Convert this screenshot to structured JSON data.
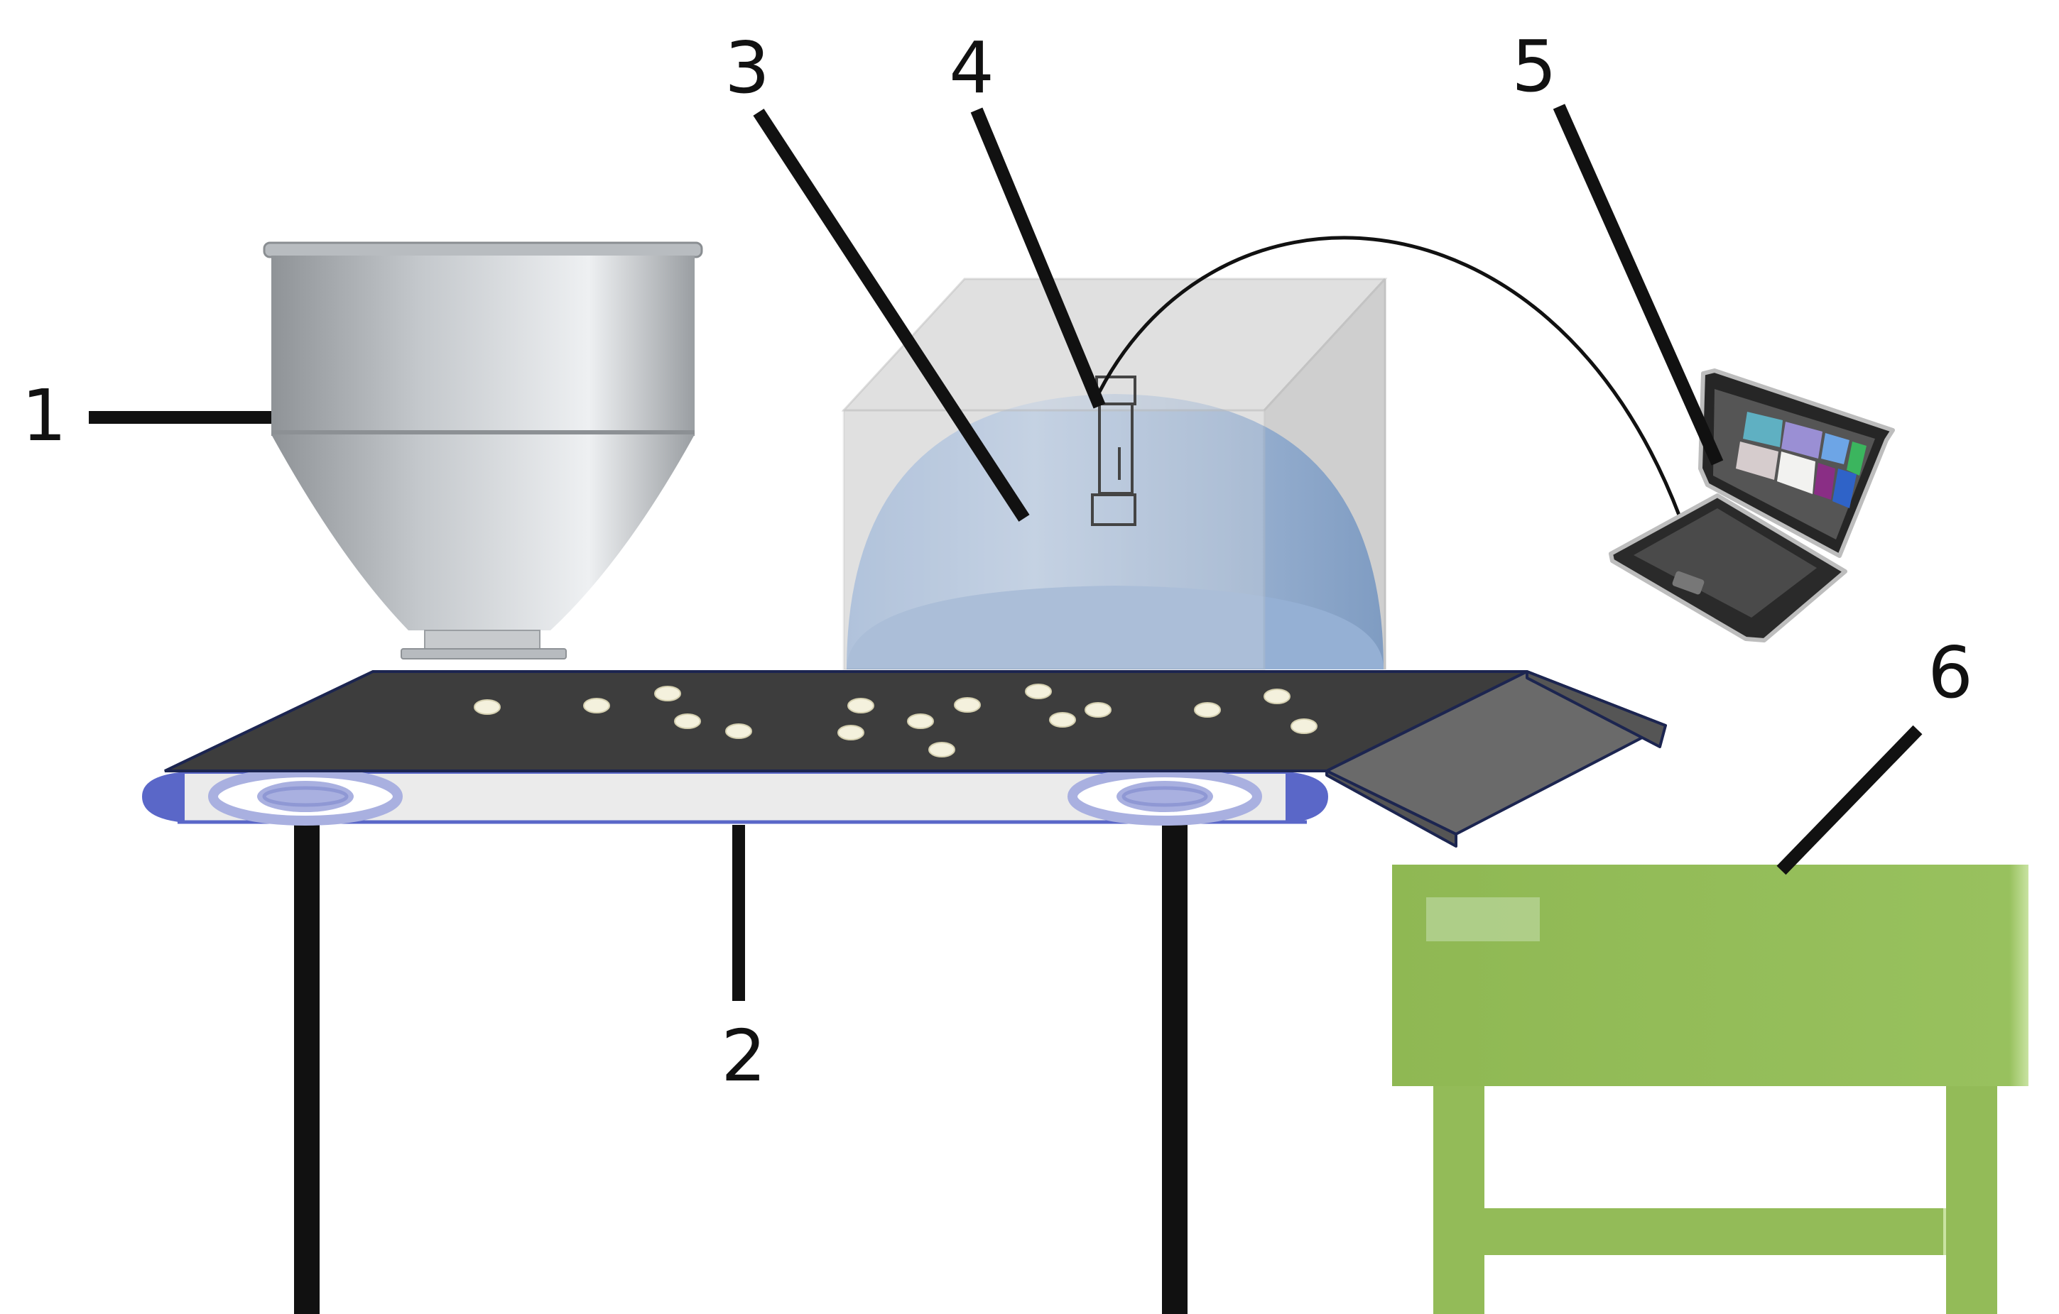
{
  "labels": [
    {
      "id": "hopper",
      "text": "1"
    },
    {
      "id": "conveyor",
      "text": "2"
    },
    {
      "id": "light-dome",
      "text": "3"
    },
    {
      "id": "camera",
      "text": "4"
    },
    {
      "id": "laptop",
      "text": "5"
    },
    {
      "id": "collection-bin",
      "text": "6"
    }
  ],
  "colors": {
    "belt": "#3d3d3d",
    "belt_outline": "#1c2550",
    "roller": "#5a67c8",
    "roller_inner": "#a9b0e0",
    "dome": "#8aa7cc",
    "enclosure": "#d2d2d2",
    "chute": "#6a6a6a",
    "bin": "#93bb58",
    "leader": "#111111",
    "grain": "#f4f1dd"
  },
  "icons": [
    "hopper-icon",
    "conveyor-belt-icon",
    "light-dome-icon",
    "camera-icon",
    "laptop-icon",
    "collection-bin-icon"
  ]
}
